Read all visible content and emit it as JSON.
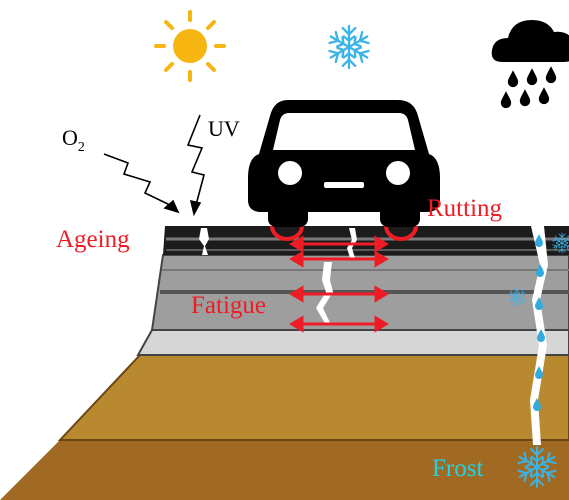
{
  "labels": {
    "o2_base": "O",
    "o2_sub": "2",
    "uv": "UV",
    "ageing": "Ageing",
    "rutting": "Rutting",
    "fatigue": "Fatigue",
    "frost": "Frost"
  },
  "colors": {
    "damage_label": "#ee1c25",
    "frost_label": "#22d3e6",
    "snowflake": "#3ab3e8",
    "sun": "#f7b511",
    "water_drop": "#33aadd",
    "car": "#000000",
    "asphalt_surface": "#1c1c1c",
    "asphalt_layers": "#9e9e9e",
    "base_layer": "#d6d6d6",
    "subgrade": "#b8892e",
    "subsoil": "#a06a22"
  },
  "icons": [
    "sun-icon",
    "snowflake-icon",
    "rain-cloud-icon",
    "car-icon",
    "lightning-arrow-icon"
  ]
}
